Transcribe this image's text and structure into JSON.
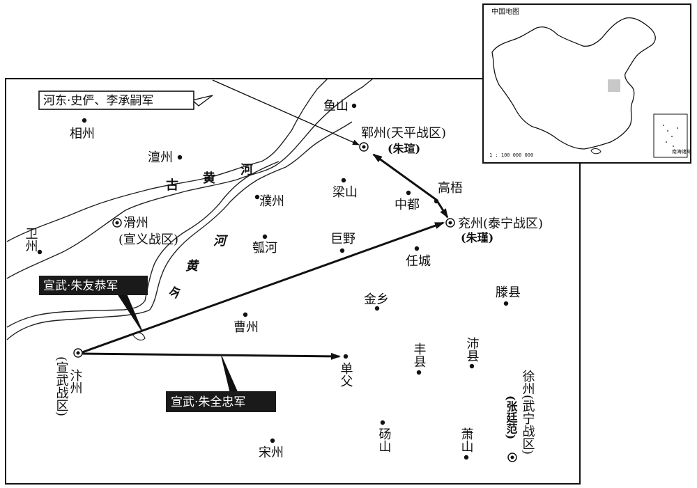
{
  "armies": {
    "hedong": "河东·史俨、李承嗣军",
    "zhu_yougong": "宣武·朱友恭军",
    "zhu_quanzhong": "宣武·朱全忠军"
  },
  "rivers": {
    "old_yellow": [
      "古",
      "黄",
      "河"
    ],
    "current_yellow": [
      "今",
      "黄",
      "河"
    ]
  },
  "places": {
    "yushan": "鱼山",
    "xiangzhou": "相州",
    "yunzhou": "郓州(天平战区)",
    "yunzhou_general": "(朱瑄)",
    "chanzhou": "澶州",
    "liangshan": "梁山",
    "gaowu": "高梧",
    "zhongdu": "中都",
    "weizhou": "卫州",
    "huazhou": "滑州",
    "huazhou_zone": "(宣义战区)",
    "puzhou": "濮州",
    "yanzhou": "兖州(泰宁战区)",
    "yanzhou_general": "(朱瑾)",
    "juye": "巨野",
    "huhe": "瓠河",
    "rencheng": "任城",
    "tengxian": "滕县",
    "jinxiang": "金乡",
    "caozhou": "曹州",
    "bianzhou": "汴州",
    "bianzhou_zone": "(宣武战区)",
    "shanfu": "单父",
    "fengxian": "丰县",
    "peixian": "沛县",
    "xuzhou": "徐州(武宁战区)",
    "xuzhou_general": "(张廷范)",
    "dangshan": "砀山",
    "xiaoshan": "萧山",
    "songzhou": "宋州"
  },
  "inset": {
    "title": "中国地图",
    "scale": "1 : 100 000 000",
    "south_sea_label": "南海诸岛"
  },
  "colors": {
    "ink": "#111111",
    "label_fill_dark": "#1a1a1a",
    "highlight": "#c8c8c8"
  }
}
